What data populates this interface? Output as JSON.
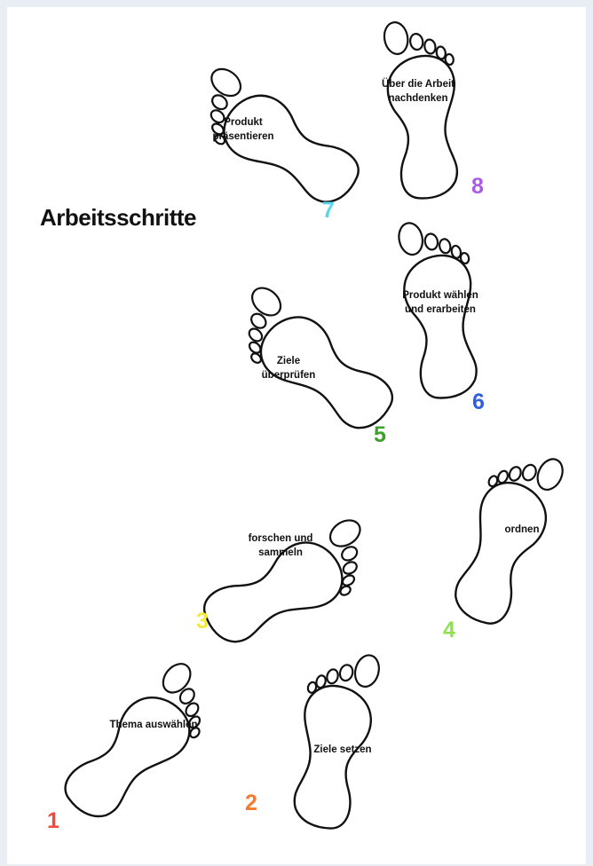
{
  "title": "Arbeitsschritte",
  "steps": [
    {
      "number": "1",
      "lines": [
        "Thema auswählen"
      ],
      "color": "#f04a3a"
    },
    {
      "number": "2",
      "lines": [
        "Ziele setzen"
      ],
      "color": "#f47a32"
    },
    {
      "number": "3",
      "lines": [
        "forschen und",
        "sammeln"
      ],
      "color": "#f3ea3c"
    },
    {
      "number": "4",
      "lines": [
        "ordnen"
      ],
      "color": "#8fe24e"
    },
    {
      "number": "5",
      "lines": [
        "Ziele",
        "überprüfen"
      ],
      "color": "#3fa02e"
    },
    {
      "number": "6",
      "lines": [
        "Produkt wählen",
        "und erarbeiten"
      ],
      "color": "#2f5ee0"
    },
    {
      "number": "7",
      "lines": [
        "Produkt",
        "präsentieren"
      ],
      "color": "#55d8ee"
    },
    {
      "number": "8",
      "lines": [
        "Über die Arbeit",
        "nachdenken"
      ],
      "color": "#a95ce8"
    }
  ]
}
